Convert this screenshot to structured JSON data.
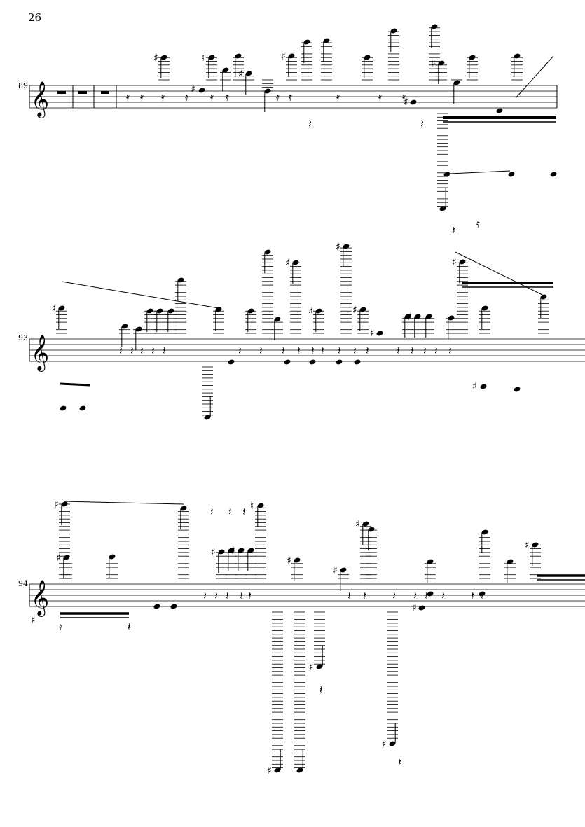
{
  "page": {
    "page_number": "26"
  },
  "systems": [
    {
      "measure_number": "89"
    },
    {
      "measure_number": "93"
    },
    {
      "measure_number": "94"
    }
  ],
  "glyphs": {
    "treble_clef": "𝄞",
    "sharp": "♯",
    "natural": "♮",
    "quarter_rest": "𝄽",
    "eighth_rest": "𝄾",
    "sixteenth_rest": "𝄿"
  },
  "colors": {
    "ink": "#000000",
    "paper": "#ffffff"
  }
}
